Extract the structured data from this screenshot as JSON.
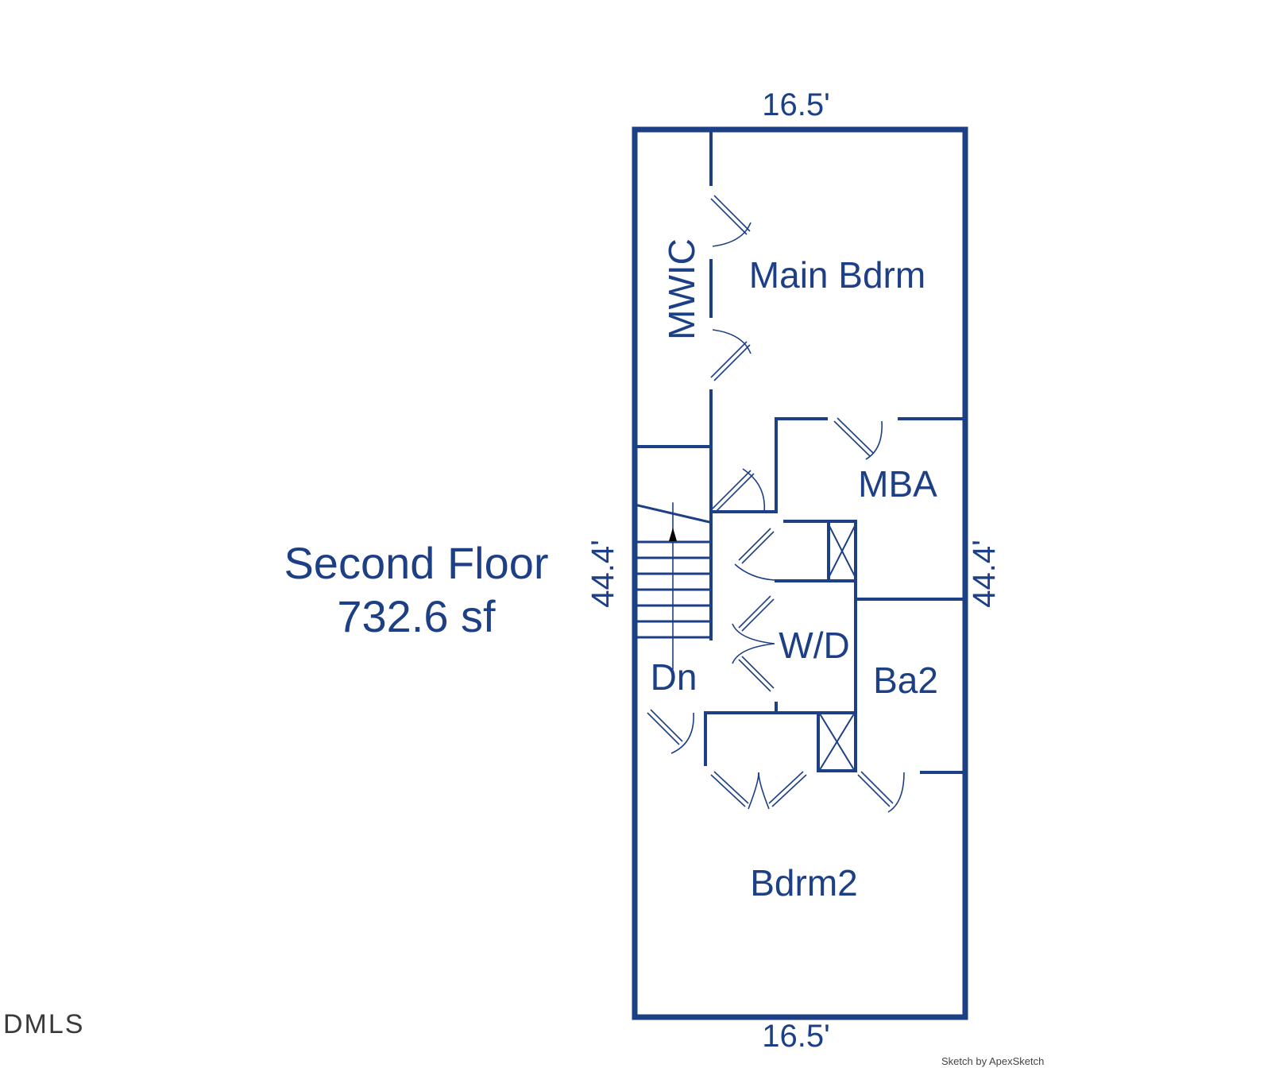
{
  "floor": {
    "name": "Second Floor",
    "area": "732.6 sf"
  },
  "dimensions": {
    "top": "16.5'",
    "bottom": "16.5'",
    "left": "44.4'",
    "right": "44.4'"
  },
  "rooms": {
    "main_bdrm": "Main Bdrm",
    "mwic": "MWIC",
    "mba": "MBA",
    "wd": "W/D",
    "ba2": "Ba2",
    "dn": "Dn",
    "bdrm2": "Bdrm2"
  },
  "credit": "Sketch by ApexSketch",
  "watermark": "DMLS",
  "colors": {
    "line": "#1d3f86",
    "background": "#ffffff"
  }
}
